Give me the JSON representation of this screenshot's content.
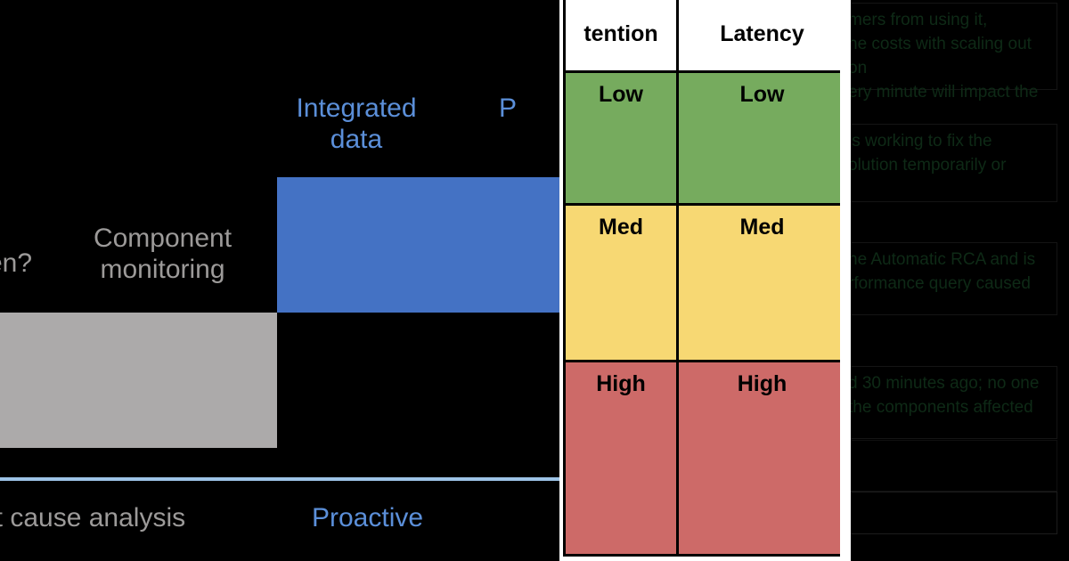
{
  "slide": {
    "labels": {
      "integrated_data": "Integrated\ndata",
      "proactive_top": "P",
      "component_monitoring": "Component\nmonitoring",
      "question_fragment": "en?",
      "root_cause_analysis": "ot cause analysis",
      "proactive_bottom": "Proactive"
    },
    "colors": {
      "bar_blue": "#4472C4",
      "bar_gray": "#ACAAAA",
      "rule_blue": "#9DC3E6",
      "text_blue": "#5B8FD9",
      "text_gray": "#9C9A99",
      "background": "#000000"
    }
  },
  "table": {
    "headers": [
      "tention",
      "Latency"
    ],
    "rows": [
      {
        "level": "low",
        "cells": [
          "Low",
          "Low"
        ],
        "color": "#76AB5E"
      },
      {
        "level": "med",
        "cells": [
          "Med",
          "Med"
        ],
        "color": "#F7D873"
      },
      {
        "level": "high",
        "cells": [
          "High",
          "High"
        ],
        "color": "#CD6A68"
      }
    ],
    "colors": {
      "header_background": "#FFFFFF",
      "border": "#000000",
      "panel_background": "#FFFFFF"
    }
  },
  "notes": {
    "items": [
      {
        "text": "mers from using it,\nhe costs with scaling out on\nery minute will impact the"
      },
      {
        "text": "is working to fix the\nolution temporarily or"
      },
      {
        "text": "he Automatic RCA and is\nrformance query caused"
      },
      {
        "text": "d 30 minutes ago; no one\nthe components affected"
      },
      {
        "text": ""
      },
      {
        "text": ""
      }
    ],
    "colors": {
      "text": "#0E2A16",
      "background": "#000000",
      "border": "#141414"
    }
  }
}
